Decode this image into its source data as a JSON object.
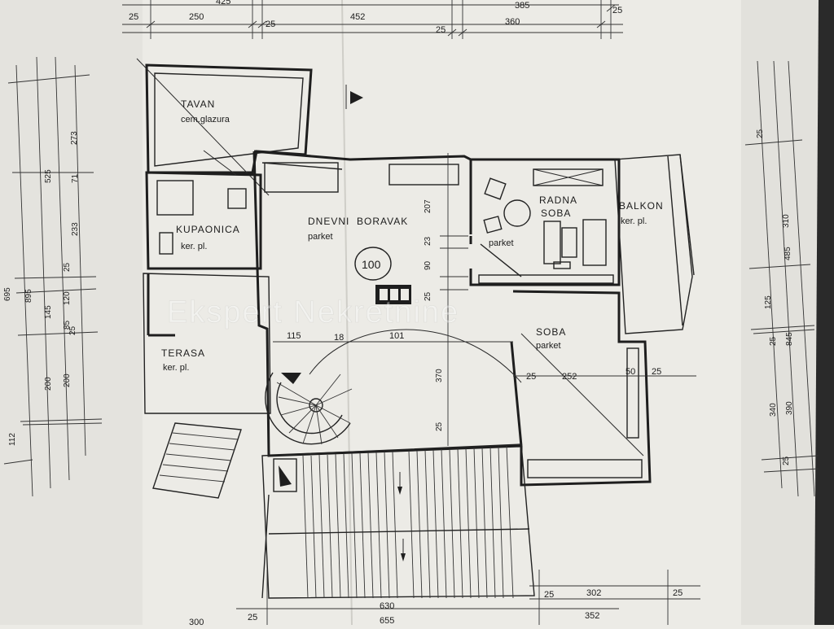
{
  "colors": {
    "paper": "#ecebe6",
    "ink": "#1e1e1e",
    "shadow": "#d9d8d2"
  },
  "rooms": {
    "tavan": {
      "name": "TAVAN",
      "finish": "cem.glazura"
    },
    "kupaonica": {
      "name": "KUPAONICA",
      "finish": "ker. pl."
    },
    "terasa": {
      "name": "TERASA",
      "finish": "ker. pl."
    },
    "dnevni": {
      "name": "DNEVNI  BORAVAK",
      "finish": "parket"
    },
    "radna": {
      "name_line1": "RADNA",
      "name_line2": "SOBA",
      "finish": "parket"
    },
    "balkon": {
      "name": "BALKON",
      "finish": "ker. pl."
    },
    "soba": {
      "name": "SOBA",
      "finish": "parket"
    }
  },
  "marker": "100",
  "watermark": "Ekspert Nekretnine",
  "dims_top": {
    "row1": [
      "425",
      "385"
    ],
    "row2": [
      "25",
      "250",
      "25",
      "452",
      "25",
      "360",
      "25"
    ]
  },
  "dims_bottom": [
    "300",
    "25",
    "630",
    "25",
    "302",
    "25",
    "655",
    "352"
  ],
  "dims_inner": {
    "d115": "115",
    "d18": "18",
    "d101": "101",
    "d207": "207",
    "d23": "23",
    "d90": "90",
    "d251": "25",
    "d370": "370",
    "d25v": "25",
    "d25h": "25",
    "d252": "252",
    "d50": "50",
    "d25r": "25"
  },
  "dims_left": [
    "695",
    "895",
    "525",
    "273",
    "71",
    "233",
    "25",
    "145",
    "120",
    "85",
    "25",
    "200",
    "200",
    "112"
  ],
  "dims_right": [
    "25",
    "310",
    "485",
    "125",
    "845",
    "25",
    "340",
    "390",
    "25"
  ]
}
